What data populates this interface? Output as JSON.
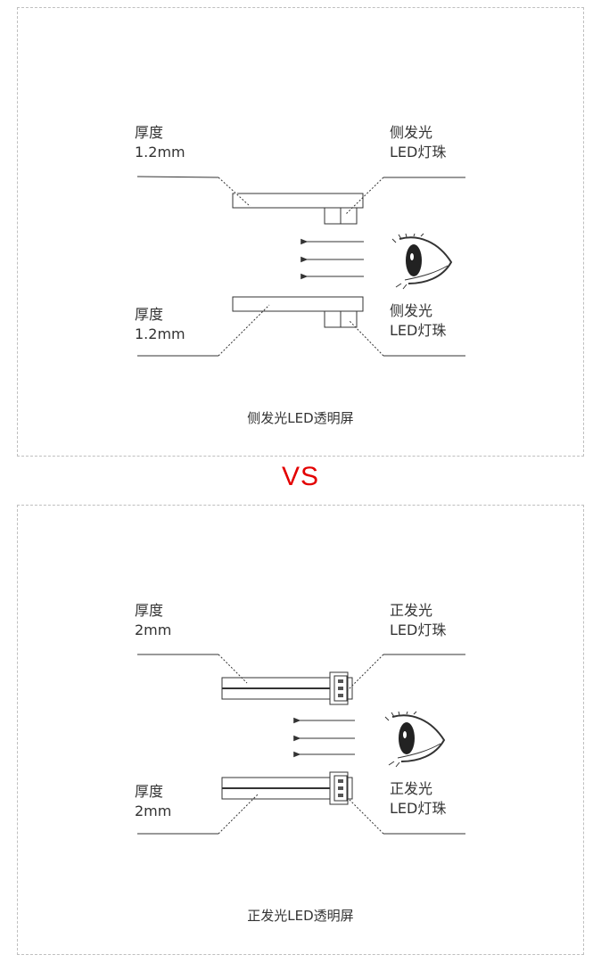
{
  "top": {
    "thickness_label": "厚度",
    "thickness_value": "1.2mm",
    "led_label_line1": "侧发光",
    "led_label_line2": "LED灯珠",
    "caption": "侧发光LED透明屏"
  },
  "vs_label": "VS",
  "bottom": {
    "thickness_label": "厚度",
    "thickness_value": "2mm",
    "led_label_line1": "正发光",
    "led_label_line2": "LED灯珠",
    "caption": "正发光LED透明屏"
  },
  "colors": {
    "vs": "#e30000",
    "line": "#333333",
    "border": "#bfbfbf"
  },
  "icons": [
    "eye-icon",
    "arrow-left-icon"
  ]
}
